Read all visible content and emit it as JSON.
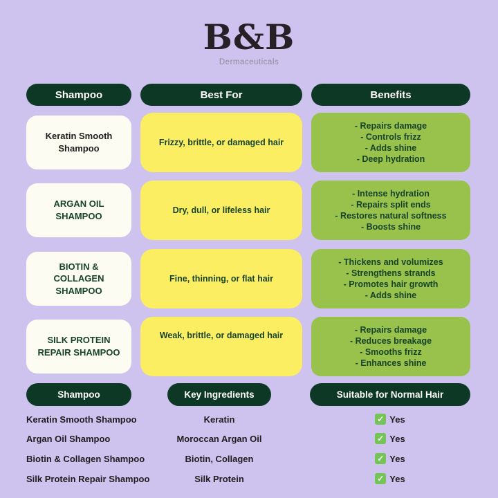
{
  "brand": {
    "logo": "B&B",
    "tagline": "Dermaceuticals"
  },
  "colors": {
    "background": "#cdc3ee",
    "header_pill": "#0d3826",
    "card_white": "#fcfcf2",
    "card_yellow": "#fcee62",
    "card_olive": "#98c24c",
    "text_dark_green": "#16432a",
    "text_black": "#1f1d1e",
    "check_green": "#74c457"
  },
  "icons": {
    "check": "✓"
  },
  "comparison_table": {
    "headers": {
      "shampoo": "Shampoo",
      "best_for": "Best For",
      "benefits": "Benefits"
    },
    "rows": [
      {
        "shampoo": "Keratin Smooth Shampoo",
        "best_for": "Frizzy, brittle, or damaged hair",
        "benefits": [
          "- Repairs damage",
          "- Controls frizz",
          "- Adds shine",
          "- Deep hydration"
        ]
      },
      {
        "shampoo": "ARGAN OIL SHAMPOO",
        "best_for": "Dry, dull, or lifeless hair",
        "benefits": [
          "- Intense hydration",
          "- Repairs split ends",
          "- Restores natural softness",
          "- Boosts shine"
        ]
      },
      {
        "shampoo": "BIOTIN & COLLAGEN SHAMPOO",
        "best_for": "Fine, thinning, or flat hair",
        "benefits": [
          "- Thickens and volumizes",
          "- Strengthens strands",
          "- Promotes hair growth",
          "- Adds shine"
        ]
      },
      {
        "shampoo": "SILK PROTEIN REPAIR SHAMPOO",
        "best_for": "Weak, brittle, or damaged hair",
        "benefits": [
          "- Repairs damage",
          "- Reduces breakage",
          "- Smooths frizz",
          "- Enhances shine"
        ]
      }
    ]
  },
  "ingredients_table": {
    "headers": {
      "shampoo": "Shampoo",
      "key_ingredients": "Key Ingredients",
      "suitable": "Suitable for Normal Hair"
    },
    "rows": [
      {
        "shampoo": "Keratin Smooth Shampoo",
        "ingredients": "Keratin",
        "suitable": "Yes"
      },
      {
        "shampoo": "Argan Oil Shampoo",
        "ingredients": "Moroccan Argan Oil",
        "suitable": "Yes"
      },
      {
        "shampoo": "Biotin & Collagen Shampoo",
        "ingredients": "Biotin, Collagen",
        "suitable": "Yes"
      },
      {
        "shampoo": "Silk Protein Repair Shampoo",
        "ingredients": "Silk Protein",
        "suitable": "Yes"
      }
    ]
  }
}
